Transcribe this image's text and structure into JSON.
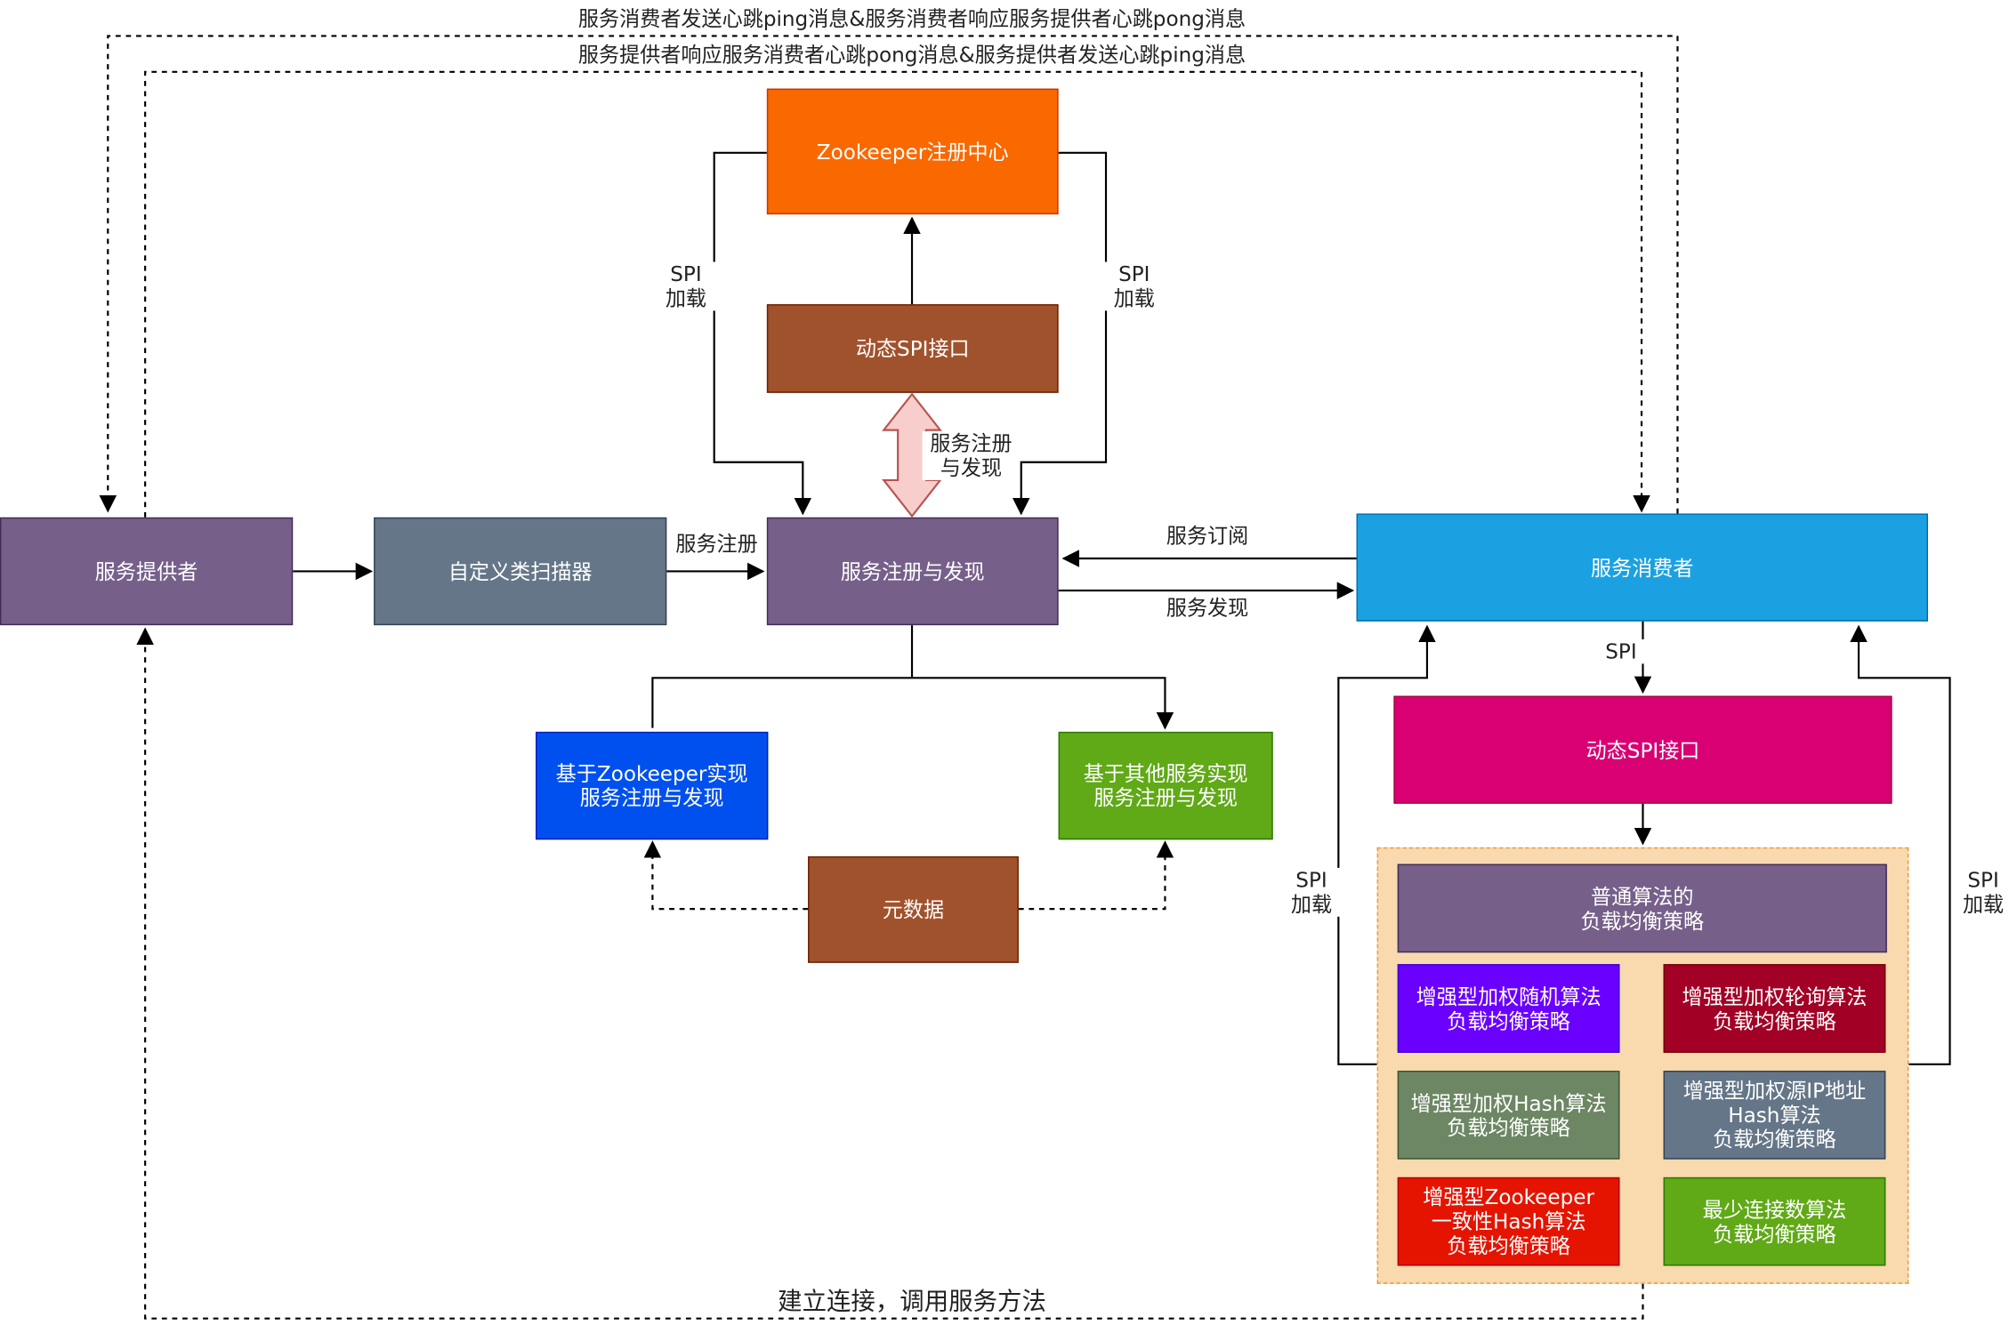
{
  "colors": {
    "provider": "#76608a",
    "scanner": "#647687",
    "registry": "#76608a",
    "zookeeper": "#fa6800",
    "dynamic_spi_top": "#a0522d",
    "zk_impl": "#0050ef",
    "other_impl": "#60a917",
    "metadata": "#a0522d",
    "consumer": "#1ba1e2",
    "dynamic_spi_consumer": "#d80073",
    "group_fill": "#f9d9ae",
    "group_border": "#e59a3f",
    "lb_normal": "#76608a",
    "lb_random": "#6a00ff",
    "lb_round": "#a20025",
    "lb_hash": "#6d8764",
    "lb_sourceip": "#647687",
    "lb_zk_hash": "#e51400",
    "lb_least_conn": "#60a917",
    "pink_arrow": "#f8cecc"
  },
  "nodes": {
    "provider": "服务提供者",
    "scanner": "自定义类扫描器",
    "registry": "服务注册与发现",
    "zookeeper_center": "Zookeeper注册中心",
    "dynamic_spi_top": "动态SPI接口",
    "zk_impl": "基于Zookeeper实现\n服务注册与发现",
    "other_impl": "基于其他服务实现\n服务注册与发现",
    "metadata": "元数据",
    "consumer": "服务消费者",
    "dynamic_spi_consumer": "动态SPI接口",
    "lb_normal": "普通算法的\n负载均衡策略",
    "lb_random": "增强型加权随机算法\n负载均衡策略",
    "lb_round": "增强型加权轮询算法\n负载均衡策略",
    "lb_hash": "增强型加权Hash算法\n负载均衡策略",
    "lb_sourceip": "增强型加权源IP地址\nHash算法\n负载均衡策略",
    "lb_zk_hash": "增强型Zookeeper\n一致性Hash算法\n负载均衡策略",
    "lb_least_conn": "最少连接数算法\n负载均衡策略"
  },
  "edge_labels": {
    "heartbeat_top": "服务消费者发送心跳ping消息&服务消费者响应服务提供者心跳pong消息",
    "heartbeat_second": "服务提供者响应服务消费者心跳pong消息&服务提供者发送心跳ping消息",
    "spi_load_left": "SPI\n加载",
    "spi_load_right": "SPI\n加载",
    "register_discover": "服务注册\n与发现",
    "service_register": "服务注册",
    "service_subscribe": "服务订阅",
    "service_discover": "服务发现",
    "spi": "SPI",
    "spi_load_consumer_left": "SPI\n加载",
    "spi_load_consumer_right": "SPI\n加载",
    "connect_invoke": "建立连接，调用服务方法"
  }
}
